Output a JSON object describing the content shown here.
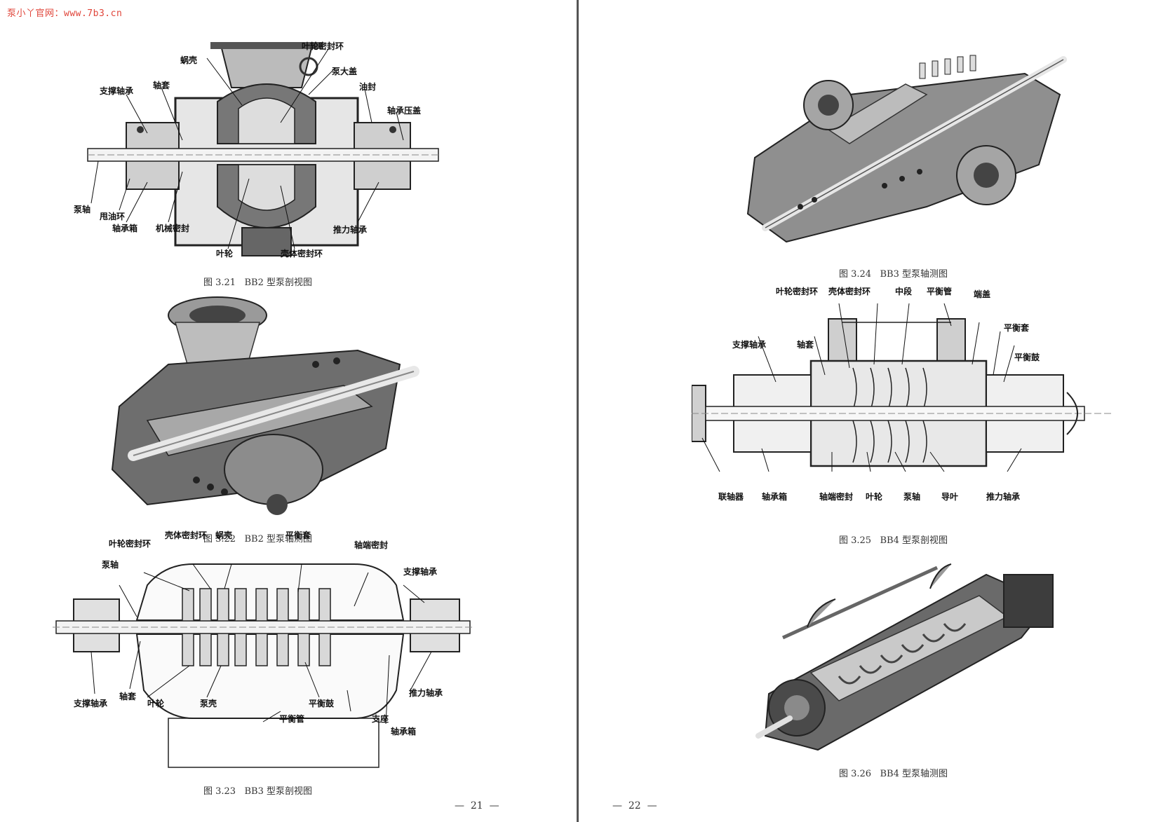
{
  "watermark": "泵小丫官网：www.7b3.cn",
  "left_page": {
    "page_number": "—  21  —",
    "fig_3_21": {
      "caption": "图 3.21   BB2 型泵剖视图",
      "labels": {
        "volute": "蜗壳",
        "impeller_seal_ring": "叶轮密封环",
        "pump_cover": "泵大盖",
        "support_bearing": "支撑轴承",
        "shaft_sleeve": "轴套",
        "oil_seal": "油封",
        "bearing_gland": "轴承压盖",
        "pump_shaft": "泵轴",
        "oil_ring": "甩油环",
        "bearing_box": "轴承箱",
        "mechanical_seal": "机械密封",
        "thrust_bearing": "推力轴承",
        "impeller": "叶轮",
        "casing_seal_ring": "壳体密封环"
      }
    },
    "fig_3_22": {
      "caption": "图 3.22   BB2 型泵轴测图"
    },
    "fig_3_23": {
      "caption": "图 3.23   BB3 型泵剖视图",
      "labels": {
        "impeller_seal_ring": "叶轮密封环",
        "casing_seal_ring": "壳体密封环",
        "volute": "蜗壳",
        "balance_sleeve": "平衡套",
        "shaft_end_seal": "轴端密封",
        "pump_shaft": "泵轴",
        "support_bearing_r": "支撑轴承",
        "support_bearing_l": "支撑轴承",
        "shaft_sleeve": "轴套",
        "impeller": "叶轮",
        "pump_casing": "泵壳",
        "balance_drum": "平衡鼓",
        "thrust_bearing": "推力轴承",
        "balance_pipe": "平衡管",
        "base": "支座",
        "bearing_box": "轴承箱"
      }
    }
  },
  "right_page": {
    "page_number": "—  22  —",
    "fig_3_24": {
      "caption": "图 3.24   BB3 型泵轴测图"
    },
    "fig_3_25": {
      "caption": "图 3.25   BB4 型泵剖视图",
      "labels": {
        "impeller_seal_ring": "叶轮密封环",
        "casing_seal_ring": "壳体密封环",
        "middle_section": "中段",
        "balance_pipe": "平衡管",
        "end_cover": "端盖",
        "support_bearing": "支撑轴承",
        "shaft_sleeve": "轴套",
        "balance_sleeve": "平衡套",
        "balance_drum": "平衡鼓",
        "coupling": "联轴器",
        "bearing_box": "轴承箱",
        "shaft_end_seal": "轴端密封",
        "impeller": "叶轮",
        "pump_shaft": "泵轴",
        "guide_vane": "导叶",
        "thrust_bearing": "推力轴承"
      }
    },
    "fig_3_26": {
      "caption": "图 3.26   BB4 型泵轴测图"
    }
  },
  "colors": {
    "watermark": "#e0453a",
    "metal_dark": "#3a3a3a",
    "metal_mid": "#8a8a8a",
    "metal_light": "#cfcfcf"
  }
}
